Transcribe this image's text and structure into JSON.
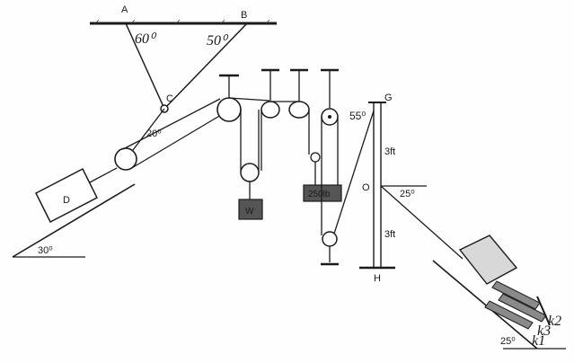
{
  "labels": {
    "A": "A",
    "B": "B",
    "C": "C",
    "D": "D",
    "G": "G",
    "O": "O",
    "H": "H",
    "angle_A": "60⁰",
    "angle_B": "50⁰",
    "angle_C": "20⁰",
    "angle_slope_left": "30⁰",
    "angle_G": "55⁰",
    "angle_O": "25⁰",
    "angle_slope_right": "25⁰",
    "dist_upper": "3ft",
    "dist_lower": "3ft",
    "weight_box": "W",
    "weight_box2": "250lb",
    "spring_k1": "k1",
    "spring_k2": "k2",
    "spring_k3": "k3"
  }
}
